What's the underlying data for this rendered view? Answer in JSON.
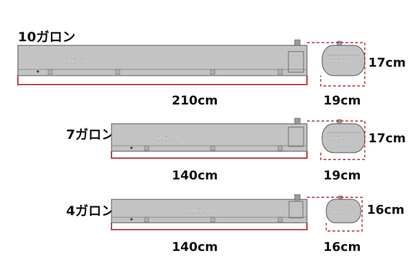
{
  "brand": "YAKIMA",
  "colors": {
    "tank_body": "#c3c3c3",
    "tank_stroke": "#6a6a6a",
    "tank_detail": "#8c8c8c",
    "dimension_line": "#b52b2b",
    "text": "#111111"
  },
  "tanks": [
    {
      "capacity": "10ガロン",
      "length": "210cm",
      "width": "19cm",
      "height": "17cm"
    },
    {
      "capacity": "7ガロン",
      "length": "140cm",
      "width": "19cm",
      "height": "17cm"
    },
    {
      "capacity": "4ガロン",
      "length": "140cm",
      "width": "16cm",
      "height": "16cm"
    }
  ]
}
